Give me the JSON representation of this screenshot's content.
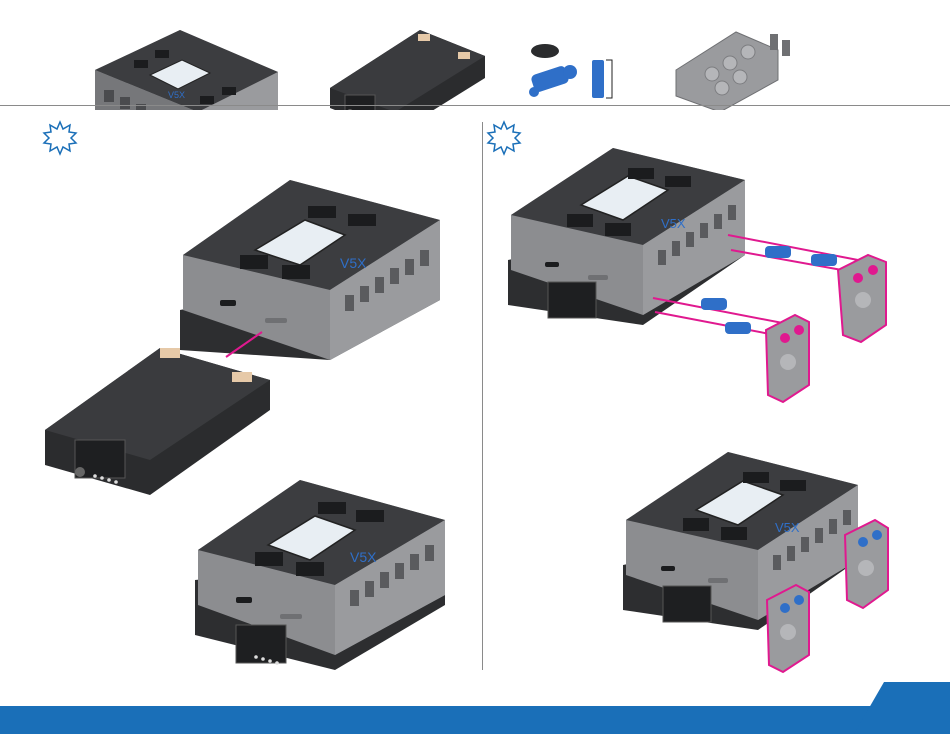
{
  "colors": {
    "accent": "#1a6fb8",
    "highlight": "#e0198f",
    "part_blue": "#2f6fc8",
    "brain_dark": "#3c3d40",
    "brain_grey": "#8c8d90",
    "battery": "#2b2c2e",
    "plate": "#9a9b9e"
  },
  "parts_strip": [
    {
      "icon": "brain-icon"
    },
    {
      "icon": "battery-icon"
    },
    {
      "icon": "connector-pin-icon",
      "count_badge": ""
    },
    {
      "icon": "corner-plate-icon"
    }
  ],
  "brain_logo": "V5X",
  "steps": [
    {
      "icon": "step-starburst-icon",
      "action": "insert-battery"
    },
    {
      "icon": "step-starburst-icon",
      "action": "attach-plates"
    }
  ]
}
